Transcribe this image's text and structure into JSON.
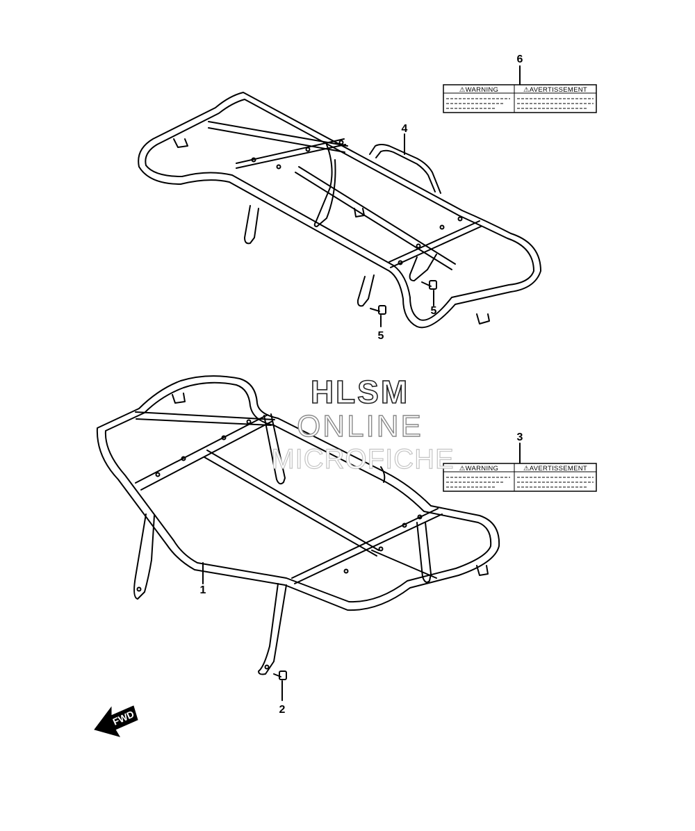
{
  "callouts": {
    "c1": "1",
    "c2": "2",
    "c3": "3",
    "c4": "4",
    "c5a": "5",
    "c5b": "5",
    "c6": "6"
  },
  "labels": {
    "top": {
      "left_heading": "⚠WARNING",
      "right_heading": "⚠AVERTISSEMENT"
    },
    "bottom": {
      "left_heading": "⚠WARNING",
      "right_heading": "⚠AVERTISSEMENT"
    }
  },
  "watermark": {
    "line1": "HLSM",
    "line2": "ONLINE",
    "line3": "MICROFICHE"
  },
  "direction_arrow": {
    "text": "FWD",
    "icon": "fwd-arrow-icon"
  }
}
